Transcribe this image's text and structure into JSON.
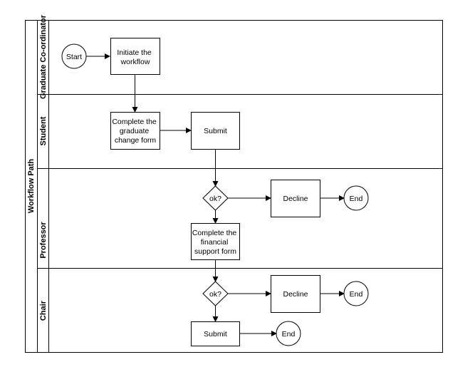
{
  "pool": {
    "label": "Workflow Path"
  },
  "lanes": [
    {
      "id": "coordinator",
      "label": "Graduate Co-ordinator"
    },
    {
      "id": "student",
      "label": "Student"
    },
    {
      "id": "professor",
      "label": "Professor"
    },
    {
      "id": "chair",
      "label": "Chair"
    }
  ],
  "nodes": {
    "start": "Start",
    "initiate": [
      "Initiate the",
      "workflow"
    ],
    "complete_change": [
      "Complete the",
      "graduate",
      "change form"
    ],
    "submit_student": "Submit",
    "ok_professor": "ok?",
    "decline_professor": "Decline",
    "end_professor": "End",
    "complete_financial": [
      "Complete the",
      "financial",
      "support form"
    ],
    "ok_chair": "ok?",
    "decline_chair": "Decline",
    "end_chair_decline": "End",
    "submit_chair": "Submit",
    "end_chair_submit": "End"
  }
}
